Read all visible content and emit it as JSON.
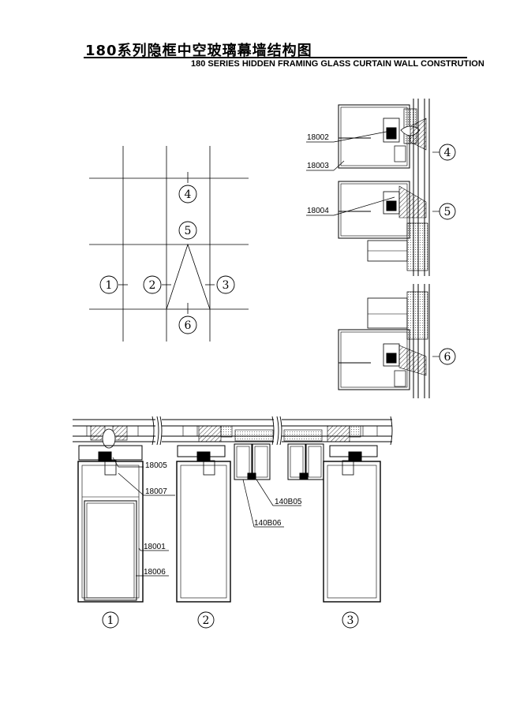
{
  "title": {
    "cn": "180系列隐框中空玻璃幕墙结构图",
    "en": "180 SERIES HIDDEN FRAMING GLASS CURTAIN WALL CONSTRUTION"
  },
  "grid_markers": [
    "1",
    "2",
    "3",
    "4",
    "5",
    "6"
  ],
  "vertical_callouts": [
    "4",
    "5",
    "6"
  ],
  "vertical_labels": [
    "18002",
    "18003",
    "18004"
  ],
  "plan_labels": [
    "18005",
    "18007",
    "18001",
    "18006",
    "140B05",
    "140B06"
  ],
  "plan_numbers": [
    "1",
    "2",
    "3"
  ]
}
